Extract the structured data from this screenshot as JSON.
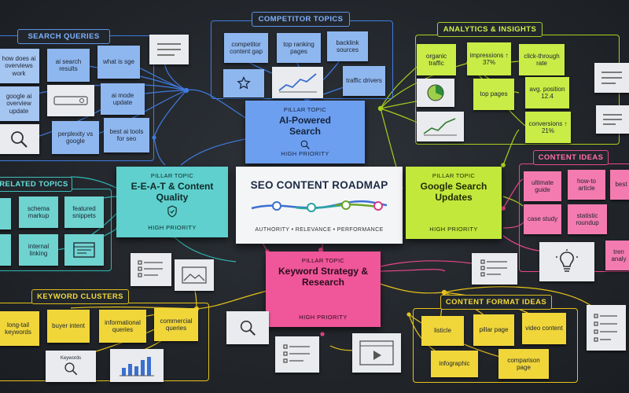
{
  "labels": {
    "competitor": "COMPETITOR TOPICS",
    "search": "SEARCH QUERIES",
    "analytics": "ANALYTICS & INSIGHTS",
    "related": "RELATED TOPICS",
    "content_ideas": "CONTENT IDEAS",
    "keyword_clusters": "KEYWORD CLUSTERS",
    "content_format": "CONTENT FORMAT IDEAS"
  },
  "center": {
    "title": "SEO CONTENT ROADMAP",
    "subtitle": "AUTHORITY  •  RELEVANCE  •  PERFORMANCE"
  },
  "pillars": {
    "ai": {
      "tag": "PILLAR TOPIC",
      "title": "AI-Powered Search",
      "priority": "HIGH PRIORITY"
    },
    "eeat": {
      "tag": "PILLAR TOPIC",
      "title": "E-E-A-T & Content Quality",
      "priority": "HIGH PRIORITY"
    },
    "google": {
      "tag": "PILLAR TOPIC",
      "title": "Google Search Updates",
      "priority": "HIGH PRIORITY"
    },
    "keyword": {
      "tag": "PILLAR TOPIC",
      "title": "Keyword Strategy & Research",
      "priority": "HIGH PRIORITY"
    }
  },
  "notes": {
    "competitor": [
      "competitor content gap",
      "top ranking pages",
      "backlink sources",
      "traffic drivers"
    ],
    "search": [
      "how does ai overviews work",
      "ai search results",
      "what is sge",
      "google ai overview update",
      "ai mode update",
      "perplexity vs google",
      "best ai tools for seo"
    ],
    "analytics": [
      "organic traffic",
      "impressions ↑ 37%",
      "click-through rate",
      "top pages",
      "avg. position 12.4",
      "conversions ↑ 21%"
    ],
    "related": [
      "schema markup",
      "featured snippets",
      "internal linking"
    ],
    "content_ideas": [
      "ultimate guide",
      "how-to article",
      "best",
      "case study",
      "statistic roundup",
      "tren analy"
    ],
    "keyword_clusters": [
      "long-tail keywords",
      "buyer intent",
      "informational queries",
      "commercial queries",
      "Keywords"
    ],
    "content_format": [
      "listicle",
      "pillar page",
      "video content",
      "infographic",
      "comparison page"
    ]
  },
  "colors": {
    "background": "#23272c",
    "blue": "#8fb7ef",
    "teal": "#6fd3d0",
    "lime": "#c9ec46",
    "pink": "#f0569a",
    "yellow": "#f1d63a",
    "note_white": "#e9ebee"
  },
  "icons": [
    "star-icon",
    "trend-chart-icon",
    "magnifier-icon",
    "shield-check-icon",
    "pie-chart-icon",
    "lightbulb-icon",
    "checklist-icon",
    "image-icon",
    "browser-icon",
    "bar-chart-icon",
    "video-icon",
    "search-bar-icon"
  ]
}
